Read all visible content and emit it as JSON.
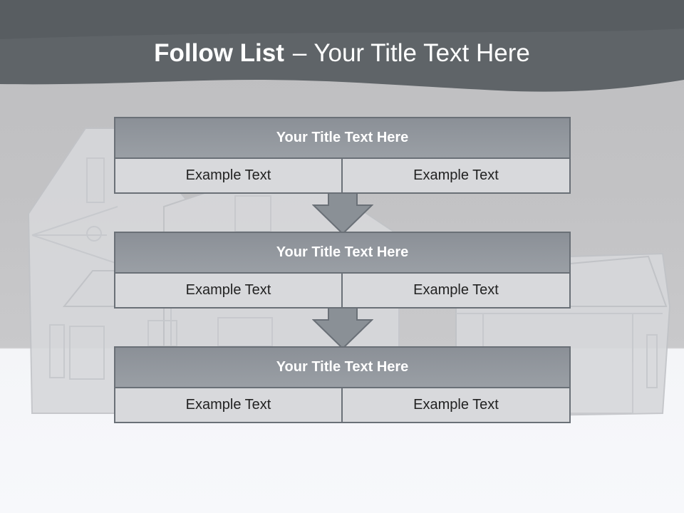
{
  "title": {
    "bold": "Follow List",
    "separator": "–",
    "rest": "Your Title Text Here"
  },
  "steps": [
    {
      "title": "Your Title Text Here",
      "left": "Example Text",
      "right": "Example Text"
    },
    {
      "title": "Your Title Text Here",
      "left": "Example Text",
      "right": "Example Text"
    },
    {
      "title": "Your Title Text Here",
      "left": "Example Text",
      "right": "Example Text"
    }
  ],
  "colors": {
    "header_band": "#5f6468",
    "box_header": "#939aa0",
    "box_cell": "#d8d9dc",
    "border": "#6a7077",
    "arrow": "#8a9096"
  }
}
